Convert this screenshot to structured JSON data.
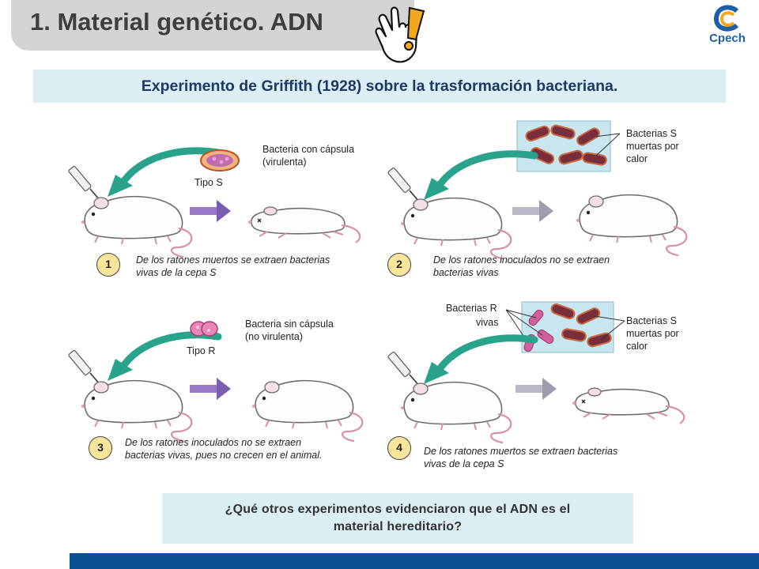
{
  "header": {
    "title": "1. Material genético. ADN",
    "logo_text": "Cpech"
  },
  "subtitle": "Experimento de Griffith (1928) sobre la trasformación bacteriana.",
  "panels": [
    {
      "number": "1",
      "label_lines": [
        "Bacteria con cápsula",
        "(virulenta)"
      ],
      "type_label": "Tipo S",
      "caption_lines": [
        "De los ratones muertos se extraen bacterias",
        "vivas de la cepa S"
      ]
    },
    {
      "number": "2",
      "label_lines": [
        "Bacterias S",
        "muertas por",
        "calor"
      ],
      "caption_lines": [
        "De los ratones inoculados no se extraen",
        "bacterias vivas"
      ]
    },
    {
      "number": "3",
      "label_lines": [
        "Bacteria sin cápsula",
        "(no virulenta)"
      ],
      "type_label": "Tipo R",
      "caption_lines": [
        "De los ratones inoculados no se extraen",
        "bacterias vivas, pues no crecen en el animal."
      ]
    },
    {
      "number": "4",
      "label_r_lines": [
        "Bacterias R",
        "vivas"
      ],
      "label_s_lines": [
        "Bacterias S",
        "muertas por",
        "calor"
      ],
      "caption_lines": [
        "De los ratones muertos se extraen bacterias",
        "vivas de la cepa S"
      ]
    }
  ],
  "question_lines": [
    "¿Qué otros experimentos evidenciaron que el ADN es el",
    "material hereditario?"
  ],
  "colors": {
    "title_tab": "#d4d4d4",
    "light_blue": "#daeef3",
    "dark_blue": "#1f3864",
    "footer": "#0b4f93",
    "number_badge": "#fbe59a"
  }
}
